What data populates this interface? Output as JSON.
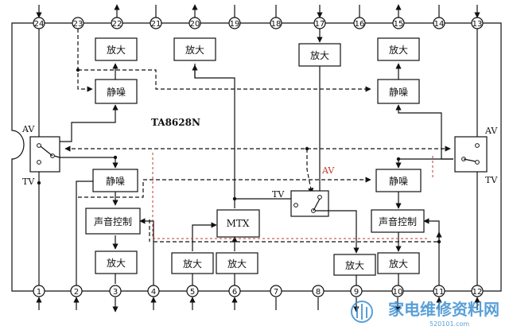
{
  "chip_label": "TA8628N",
  "pins_top": [
    "24",
    "23",
    "22",
    "21",
    "20",
    "19",
    "18",
    "17",
    "16",
    "15",
    "14",
    "13"
  ],
  "pins_bottom": [
    "1",
    "2",
    "3",
    "4",
    "5",
    "6",
    "7",
    "8",
    "9",
    "10",
    "11",
    "12"
  ],
  "blocks": {
    "amp": "放大",
    "mute": "静噪",
    "volume": "声音控制",
    "mtx": "MTX"
  },
  "switch_labels": {
    "av": "AV",
    "tv": "TV"
  },
  "watermark": {
    "text": "家电维修资料网",
    "url": "520101.com"
  },
  "colors": {
    "line": "#111111",
    "accent": "#c0392b",
    "watermark": "#3d8fd1"
  }
}
